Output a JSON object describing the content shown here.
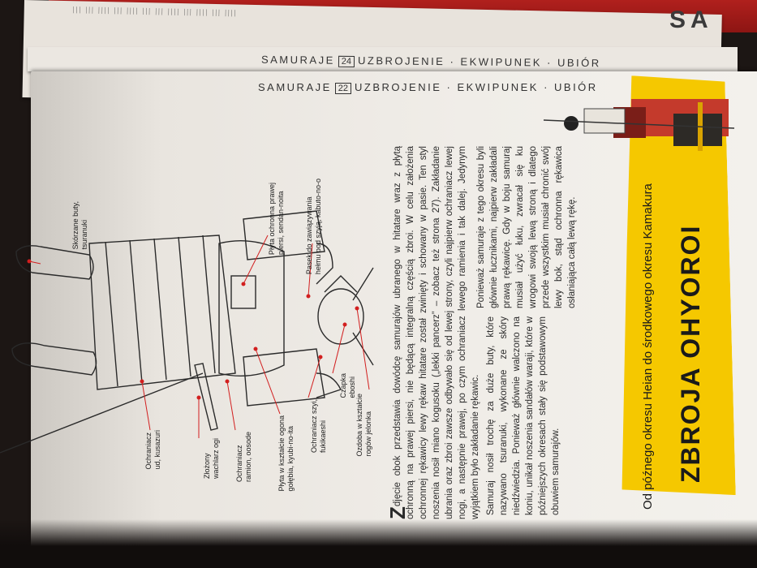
{
  "header": {
    "series": "SAMURAJE",
    "section": "UZBROJENIE · EKWIPUNEK · UBIÓR",
    "page_mid": "24",
    "page_main": "22"
  },
  "title": {
    "main": "ZBROJA OHYOROI",
    "subtitle": "Od późnego okresu Heian do środkowego okresu Kamakura"
  },
  "body": {
    "dropcap": "Z",
    "col1": "djęcie obok przedstawia dowódcę samurajów ubranego w hitatare wraz z płytą ochronną na prawej piersi, nie będącą integralną częścią zbroi. W celu założenia ochronnej rękawicy lewy rękaw hitatare został zwinięty i schowany w pasie. Ten styl noszenia nosił miano kogusoku („lekki pancerz” – zobacz też strona 27). Zakładanie ubrania oraz zbroi zawsze odbywało się od lewej strony, czyli najpierw ochraniacz lewej nogi, a następnie prawej, po czym ochraniacz lewego ramienia i tak dalej. Jedynym wyjątkiem było zakładanie rękawic.",
    "col2a": "Ponieważ samuraje z tego okresu byli głównie łucznikami, najpierw zakładali prawą rękawicę. Gdy w boju samuraj musiał użyć łuku, zwracał się ku wrogowi swoją lewą stroną i dlatego przede wszystkim musiał chronić swój lewy bok, stąd ochronna rękawica osłaniająca całą lewą rękę.",
    "col2b": "Samuraj nosił trochę za duże buty, które nazywano tsuranuki, wykonane ze skóry niedźwiedzia. Ponieważ głównie walczono na koniu, unikał noszenia sandałów waraji, które w późniejszych okresach stały się podstawowym obuwiem samurajów."
  },
  "figure": {
    "labels": [
      "Skórzane buty,\ntsuranuki",
      "Płyta ochronna prawej\npiersi, sendan-noita",
      "Pasek do zawiązywania\nhełmu pod szyją, kabuto-no-o",
      "Ozdoba w kształcie\nrogów jelonka",
      "Czapka\neboshi",
      "Ochraniacz szyi,\nfukikaeshi",
      "Płyta w kształcie ogona\ngołębia, kyubi-no-ita",
      "Ochraniacz\nramion, oosode",
      "Złożony\nwachlarz ogi",
      "Ochraniacz\nud, kusazuri"
    ]
  },
  "back_page": {
    "corner": "SA"
  },
  "colors": {
    "title_yellow": "#f5c800",
    "cover_red": "#b0201d",
    "label_line_red": "#d21f1f"
  }
}
